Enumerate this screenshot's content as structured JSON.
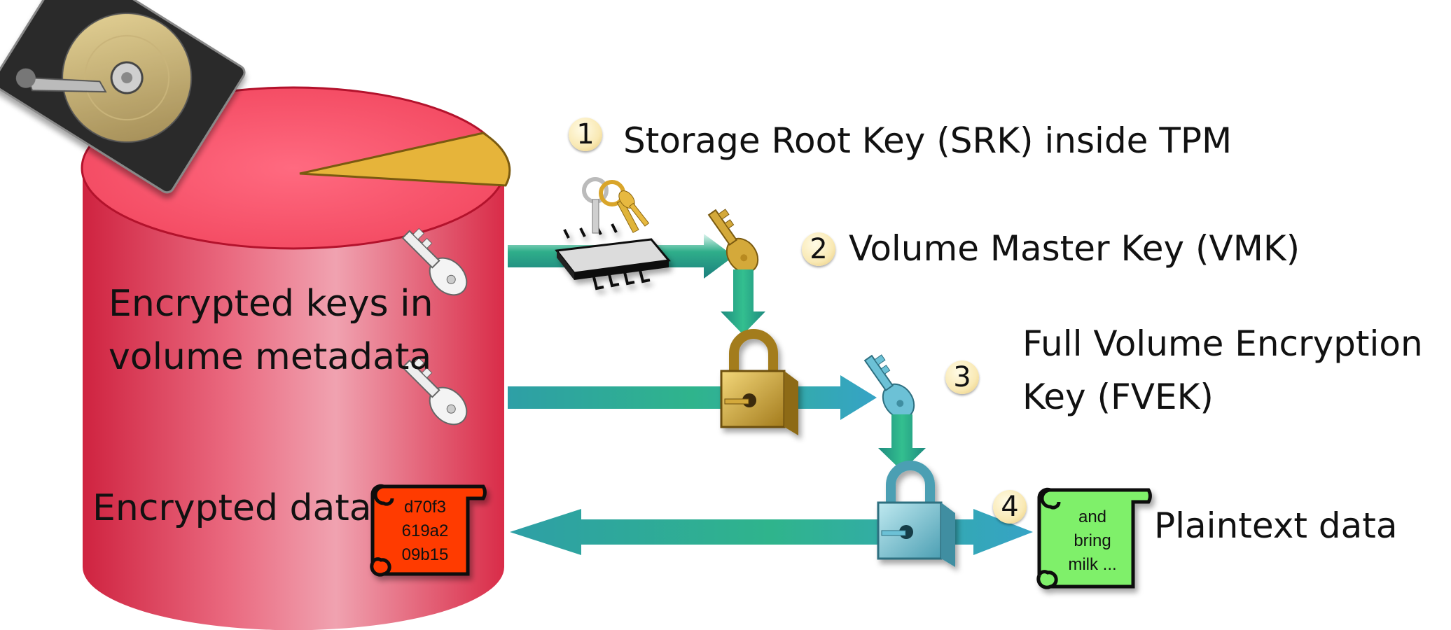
{
  "steps": [
    {
      "number": "1",
      "label": "Storage Root Key (SRK) inside TPM"
    },
    {
      "number": "2",
      "label": "Volume Master Key (VMK)"
    },
    {
      "number": "3",
      "label_line1": "Full Volume Encryption",
      "label_line2": "Key (FVEK)"
    },
    {
      "number": "4",
      "label": "Plaintext data"
    }
  ],
  "cylinder": {
    "metadata_line1": "Encrypted keys in",
    "metadata_line2": "volume metadata",
    "data_label": "Encrypted data"
  },
  "encrypted_scroll": {
    "lines": [
      "d70f3",
      "619a2",
      "09b15"
    ],
    "color": "#ff3a00"
  },
  "plaintext_scroll": {
    "lines": [
      "and",
      "bring",
      "milk ..."
    ],
    "color": "#7ff06a"
  },
  "colors": {
    "cylinder": "#e0334e",
    "cylinder_top": "#f4566f",
    "pie_slice": "#e6b43a",
    "arrow_teal": "#3aa6a6",
    "arrow_green": "#2db37a",
    "gold_key": "#d4a93a",
    "teal_key": "#6cc1d6"
  },
  "icons": [
    "hard-drive-icon",
    "tpm-chip-icon",
    "key-icon",
    "padlock-icon",
    "scroll-icon"
  ]
}
